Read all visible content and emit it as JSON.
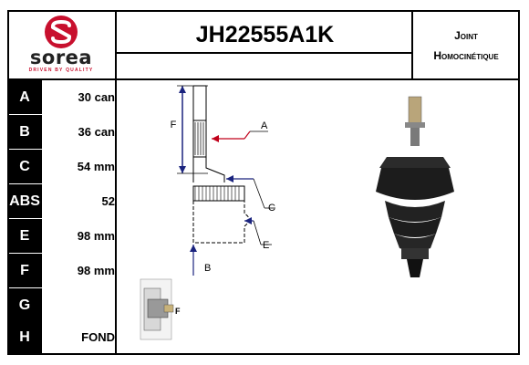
{
  "brand": {
    "name": "sorea",
    "tagline": "DRIVEN BY QUALITY"
  },
  "header": {
    "part_number": "JH22555A1K",
    "category_line1": "Joint",
    "category_line2": "Homocinétique"
  },
  "specs": [
    {
      "key": "A",
      "value": "30 can"
    },
    {
      "key": "B",
      "value": "36 can"
    },
    {
      "key": "C",
      "value": "54 mm"
    },
    {
      "key": "ABS",
      "value": "52"
    },
    {
      "key": "E",
      "value": "98 mm"
    },
    {
      "key": "F",
      "value": "98 mm"
    },
    {
      "key": "G",
      "value": ""
    },
    {
      "key": "H",
      "value": "FOND"
    }
  ],
  "diagram_labels": {
    "a": "A",
    "b": "B",
    "c": "C",
    "e": "E",
    "f": "F",
    "small_f": "F"
  },
  "colors": {
    "brand_red": "#c8102e",
    "dim_blue": "#1a237e",
    "marker_red": "#c0001a",
    "key_bg": "#000000"
  }
}
